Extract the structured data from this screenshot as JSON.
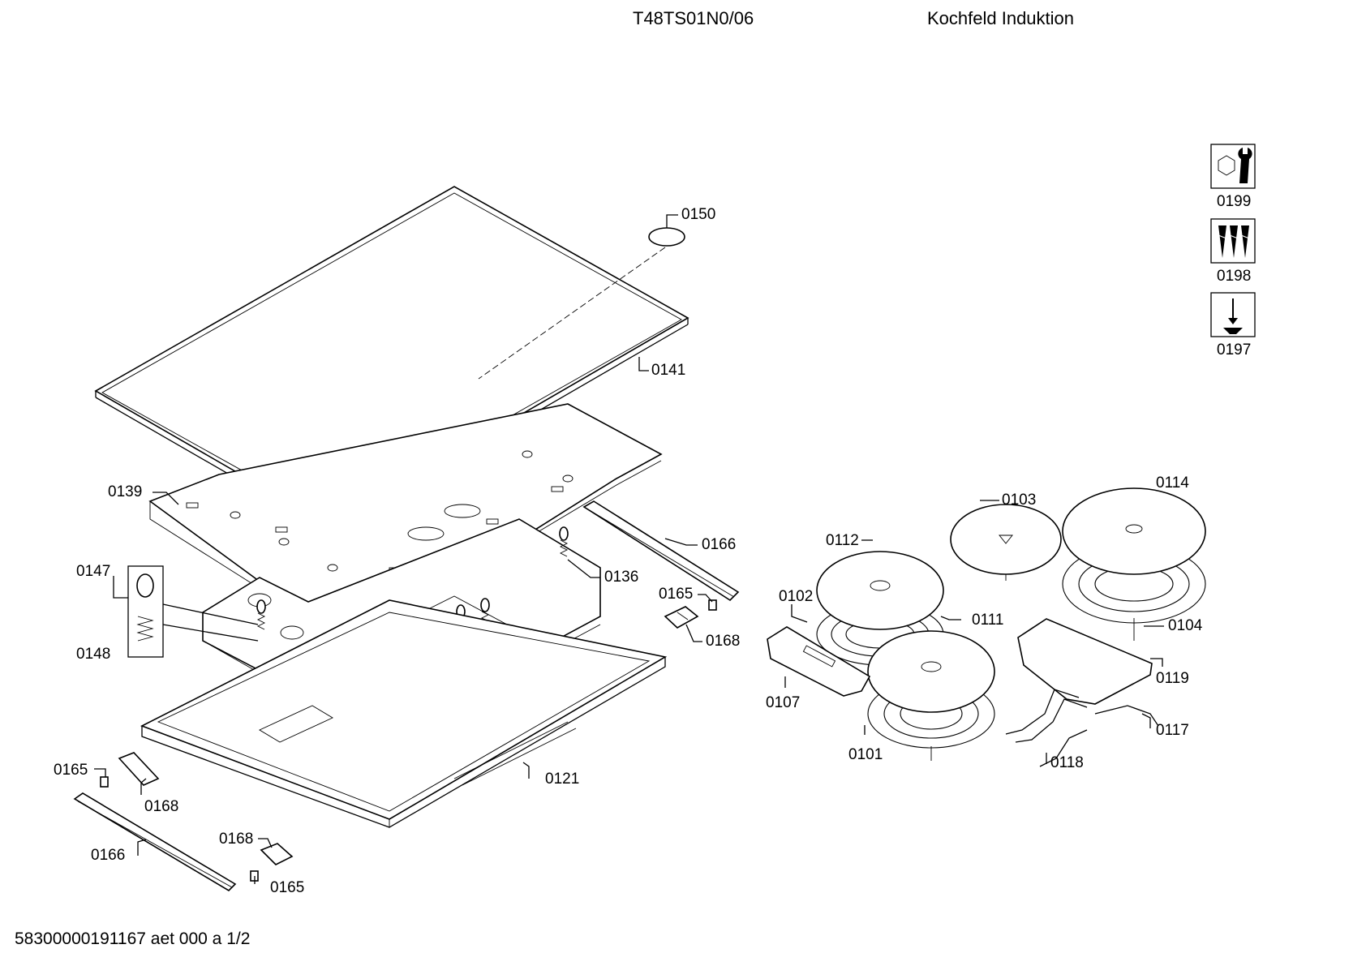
{
  "header": {
    "model": "T48TS01N0/06",
    "description": "Kochfeld Induktion"
  },
  "footer": {
    "document_id": "58300000191167 aet 000 a 1/2"
  },
  "service_icons": [
    {
      "label": "0199",
      "icon": "wrench-nut-icon"
    },
    {
      "label": "0198",
      "icon": "screws-icon"
    },
    {
      "label": "0197",
      "icon": "screwdriver-icon"
    }
  ],
  "part_labels": {
    "p0150": "0150",
    "p0141": "0141",
    "p0139": "0139",
    "p0166a": "0166",
    "p0136": "0136",
    "p0147": "0147",
    "p0148": "0148",
    "p0165a": "0165",
    "p0168a": "0168",
    "p0121": "0121",
    "p0165b": "0165",
    "p0168b": "0168",
    "p0166b": "0166",
    "p0168c": "0168",
    "p0165c": "0165",
    "p0103": "0103",
    "p0114": "0114",
    "p0112": "0112",
    "p0102": "0102",
    "p0111": "0111",
    "p0104": "0104",
    "p0107": "0107",
    "p0119": "0119",
    "p0117": "0117",
    "p0101": "0101",
    "p0118": "0118"
  }
}
